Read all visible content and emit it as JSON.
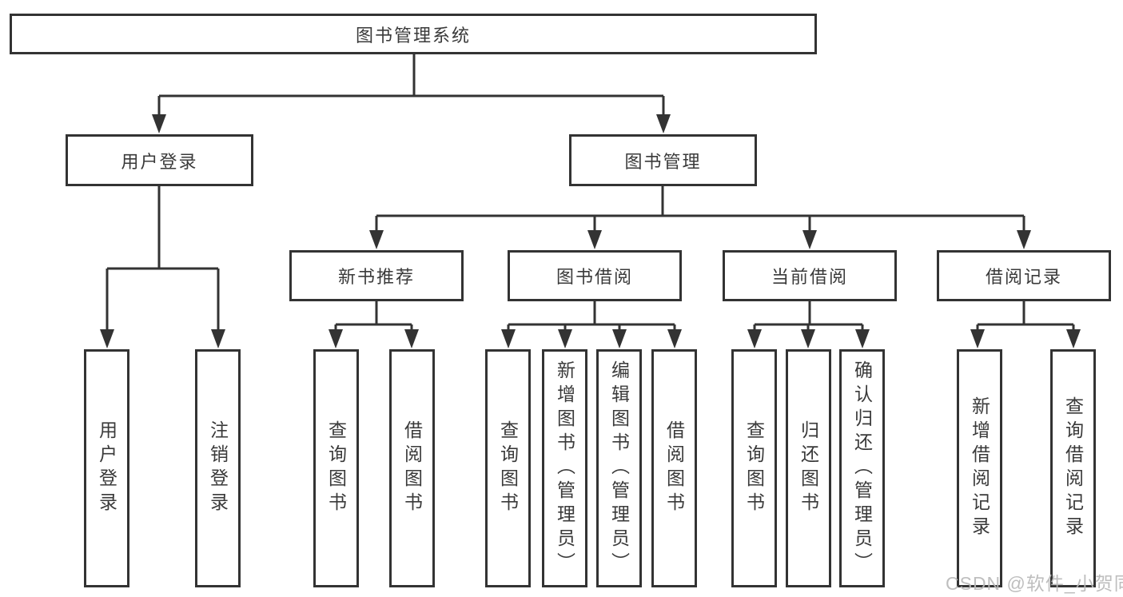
{
  "diagram": {
    "root": {
      "label": "图书管理系统"
    },
    "level2": [
      {
        "label": "用户登录"
      },
      {
        "label": "图书管理"
      }
    ],
    "level3": [
      {
        "label": "新书推荐"
      },
      {
        "label": "图书借阅"
      },
      {
        "label": "当前借阅"
      },
      {
        "label": "借阅记录"
      }
    ],
    "leaves": {
      "user_login": [
        "用户登录",
        "注销登录"
      ],
      "new_books": [
        "查询图书",
        "借阅图书"
      ],
      "book_borrow": [
        "查询图书",
        "新增图书（管理员）",
        "编辑图书（管理员）",
        "借阅图书"
      ],
      "current_borrow": [
        "查询图书",
        "归还图书",
        "确认归还（管理员）"
      ],
      "borrow_records": [
        "新增借阅记录",
        "查询借阅记录"
      ]
    },
    "watermark": "CSDN @软件_小贺同学",
    "colors": {
      "line": "#333333",
      "text": "#3a3a3a",
      "background": "#ffffff",
      "watermark": "#b9b9b9"
    }
  }
}
